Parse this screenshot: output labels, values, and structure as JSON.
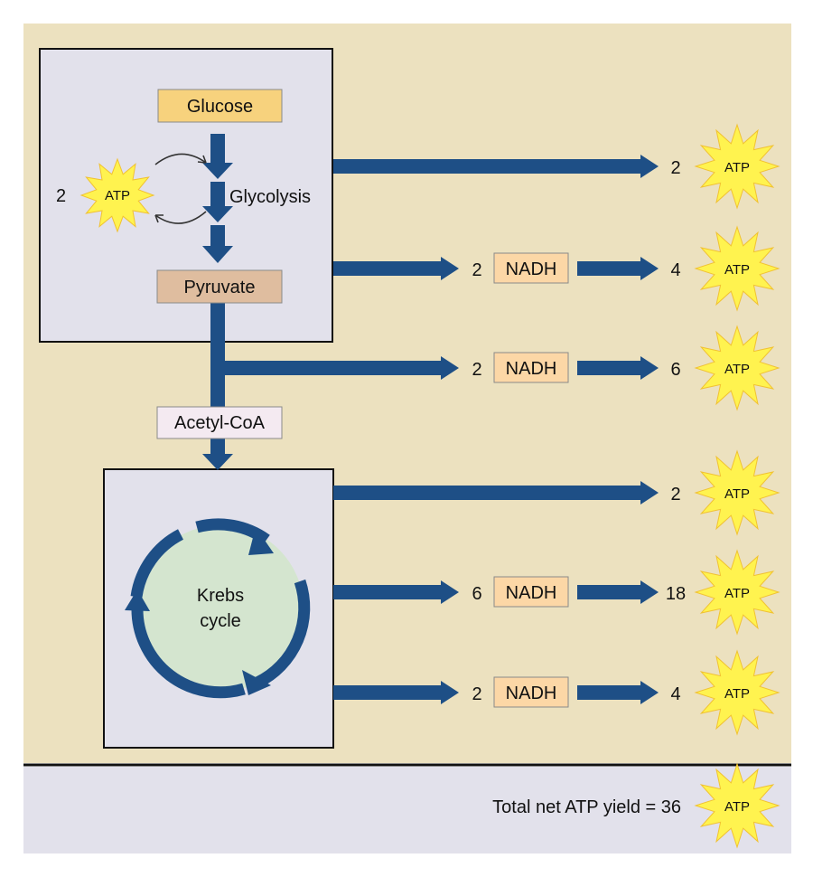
{
  "colors": {
    "panel_bg": "#ece1bf",
    "footer_bg": "#e2e1eb",
    "box_bg": "#e2e1eb",
    "arrow": "#1e4f86",
    "krebs_circle": "#d4e5cf",
    "glucose": "#f7d27d",
    "pyruvate": "#dfbd9f",
    "acetyl": "#f4eaf1",
    "nadh": "#fcd7a6",
    "atp_burst": "#fff34f",
    "atp_burst_edge": "#f1c232"
  },
  "labels": {
    "glucose": "Glucose",
    "glycolysis": "Glycolysis",
    "pyruvate": "Pyruvate",
    "acetyl_coa": "Acetyl-CoA",
    "krebs_line1": "Krebs",
    "krebs_line2": "cycle",
    "glycolysis_input_count": "2",
    "glycolysis_input_atp": "ATP"
  },
  "rows": [
    {
      "nadh_count": "",
      "nadh_label": "",
      "atp_count": "2",
      "atp_label": "ATP"
    },
    {
      "nadh_count": "2",
      "nadh_label": "NADH",
      "atp_count": "4",
      "atp_label": "ATP"
    },
    {
      "nadh_count": "2",
      "nadh_label": "NADH",
      "atp_count": "6",
      "atp_label": "ATP"
    },
    {
      "nadh_count": "",
      "nadh_label": "",
      "atp_count": "2",
      "atp_label": "ATP"
    },
    {
      "nadh_count": "6",
      "nadh_label": "NADH",
      "atp_count": "18",
      "atp_label": "ATP"
    },
    {
      "nadh_count": "2",
      "nadh_label": "NADH",
      "atp_count": "4",
      "atp_label": "ATP"
    }
  ],
  "total": {
    "text": "Total net ATP yield = 36",
    "atp_label": "ATP"
  }
}
